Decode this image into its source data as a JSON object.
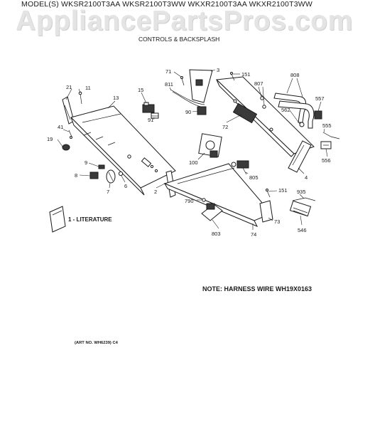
{
  "header": {
    "model_line": "MODEL(S) WKSR2100T3AA  WKSR2100T3WW  WKXR2100T3AA  WKXR2100T3WW",
    "subtitle": "CONTROLS & BACKSPLASH"
  },
  "watermark": "AppliancePartsPros.com",
  "callouts": [
    {
      "text": "71"
    },
    {
      "text": "3"
    },
    {
      "text": "151"
    },
    {
      "text": "808"
    },
    {
      "text": "807"
    },
    {
      "text": "21"
    },
    {
      "text": "11"
    },
    {
      "text": "13"
    },
    {
      "text": "15"
    },
    {
      "text": "811"
    },
    {
      "text": "557"
    },
    {
      "text": "90"
    },
    {
      "text": "562"
    },
    {
      "text": "91"
    },
    {
      "text": "72"
    },
    {
      "text": "555"
    },
    {
      "text": "41"
    },
    {
      "text": "19"
    },
    {
      "text": "556"
    },
    {
      "text": "100"
    },
    {
      "text": "9"
    },
    {
      "text": "805"
    },
    {
      "text": "4"
    },
    {
      "text": "8"
    },
    {
      "text": "6"
    },
    {
      "text": "7"
    },
    {
      "text": "2"
    },
    {
      "text": "151"
    },
    {
      "text": "935"
    },
    {
      "text": "790"
    },
    {
      "text": "73"
    },
    {
      "text": "546"
    },
    {
      "text": "803"
    },
    {
      "text": "74"
    }
  ],
  "literature_label": "1 - LITERATURE",
  "note": "NOTE: HARNESS WIRE WH19X0163",
  "art_number": "(ART NO. WH6239) C4"
}
